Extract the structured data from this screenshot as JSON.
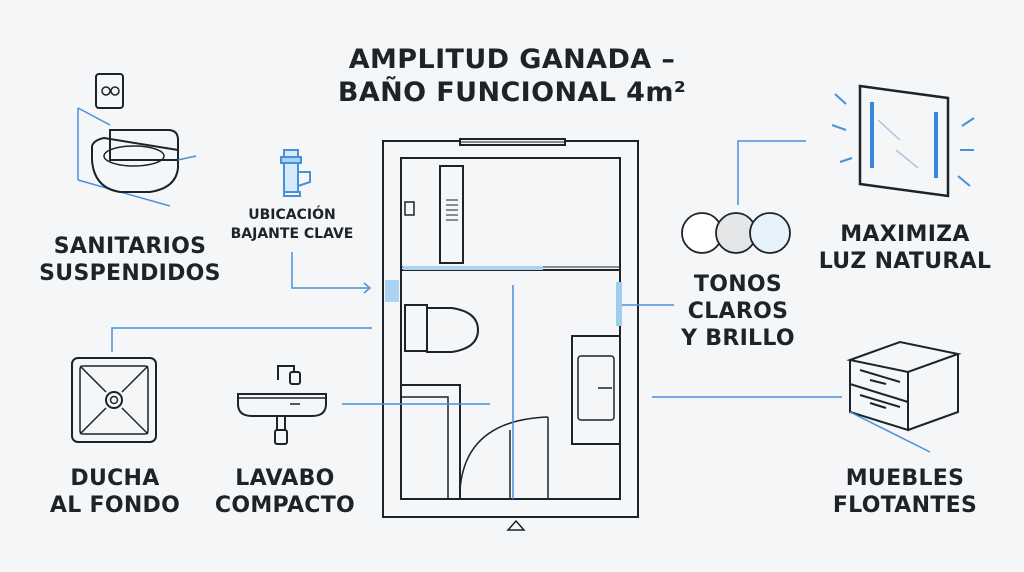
{
  "title": {
    "line1": "AMPLITUD GANADA –",
    "line2": "BAÑO FUNCIONAL 4m²"
  },
  "callouts": {
    "sanitarios": {
      "line1": "SANITARIOS",
      "line2": "SUSPENDIDOS"
    },
    "bajante": {
      "line1": "UBICACIÓN",
      "line2": "BAJANTE CLAVE"
    },
    "luz": {
      "line1": "MAXIMIZA",
      "line2": "LUZ NATURAL"
    },
    "tonos": {
      "line1": "TONOS",
      "line2": "CLAROS",
      "line3": "Y BRILLO"
    },
    "ducha": {
      "line1": "DUCHA",
      "line2": "AL FONDO"
    },
    "lavabo": {
      "line1": "LAVABO",
      "line2": "COMPACTO"
    },
    "muebles": {
      "line1": "MUEBLES",
      "line2": "FLOTANTES"
    }
  },
  "colors": {
    "ink": "#1d2329",
    "accent": "#4a90d9",
    "light_accent": "#a9d3f0",
    "background": "#f4f6f8"
  }
}
